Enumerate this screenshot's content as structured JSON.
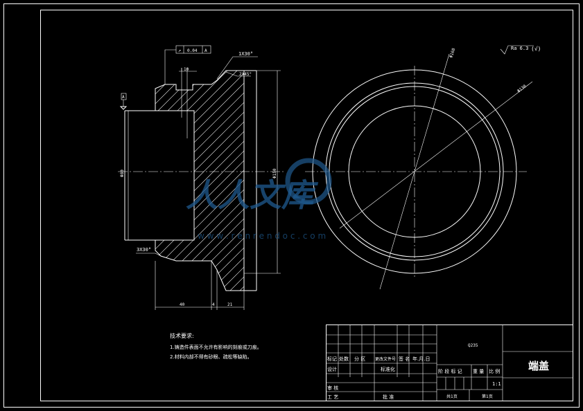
{
  "drawing": {
    "title_block": {
      "part_name": "端盖",
      "material": "Q235",
      "scale": "1:1",
      "headers": {
        "mark": "标记",
        "count": "处数",
        "zone": "分 区",
        "doc_no": "更改文件号",
        "sign": "签 名",
        "date": "年.月.日",
        "design": "设计",
        "standardize": "标准化",
        "review": "审 核",
        "process": "工 艺",
        "approve": "批 准",
        "stage_mark": "阶 段 标 记",
        "weight": "重 量",
        "ratio": "比 例",
        "sheet_total": "共1页",
        "sheet_no": "第1页"
      }
    },
    "tech_requirements": {
      "title": "技术要求:",
      "items": [
        "1.铸造件表面不允许有影响的刻痕或刀痕。",
        "2.材料内部不得有砂眼、疏松等缺陷。"
      ]
    },
    "annotations": {
      "roughness": "Ra 6.3",
      "roughness_suffix": "(√)",
      "runout_symbol": "↗",
      "runout_tol": "0.04",
      "runout_datum": "A",
      "datum_label": "A",
      "chamfer_top": "1X30°",
      "chamfer_small": "2X45°",
      "chamfer_bottom": "3X30°",
      "dim_top_width": "10",
      "dim_left_dia": "Φ80",
      "dim_right_dia": "Φ150",
      "dim_bottom_a": "40",
      "dim_bottom_b": "4",
      "dim_bottom_c": "21",
      "dim_circle_a": "Φ168",
      "dim_circle_b": "Φ130"
    },
    "watermark": {
      "text": "人人文库",
      "url": "w w w . r e n r e n d o c . c o m"
    },
    "colors": {
      "background": "#000000",
      "lines": "#ffffff",
      "watermark": "#1f5a8f"
    }
  }
}
